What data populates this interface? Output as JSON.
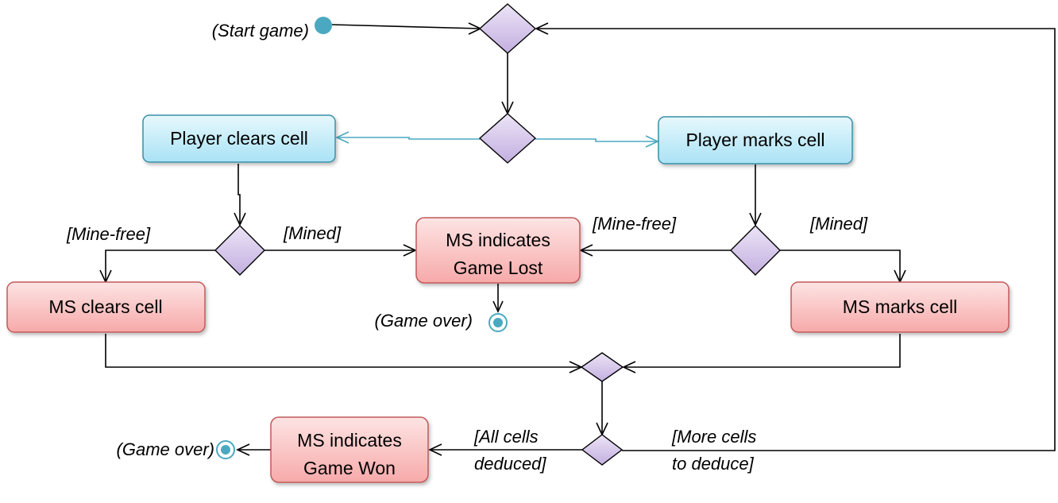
{
  "actions": {
    "player_clears": "Player clears cell",
    "player_marks": "Player marks cell",
    "ms_clears": "MS clears cell",
    "ms_marks": "MS marks cell",
    "game_lost_line1": "MS indicates",
    "game_lost_line2": "Game Lost",
    "game_won_line1": "MS indicates",
    "game_won_line2": "Game Won"
  },
  "annotations": {
    "start_game": "(Start game)",
    "game_over_lost": "(Game over)",
    "game_over_won": "(Game over)"
  },
  "guards": {
    "left_mine_free": "[Mine-free]",
    "left_mined": "[Mined]",
    "right_mine_free": "[Mine-free]",
    "right_mined": "[Mined]",
    "all_cells_line1": "[All cells",
    "all_cells_line2": "deduced]",
    "more_cells_line1": "[More cells",
    "more_cells_line2": "to deduce]"
  },
  "colors": {
    "player_action_fill": "#c6eefa",
    "ms_action_fill": "#fbc9c9",
    "decision_fill": "#d7c8ea",
    "start_node": "#4aa9c0",
    "blue_flow": "#4aa9c0"
  }
}
